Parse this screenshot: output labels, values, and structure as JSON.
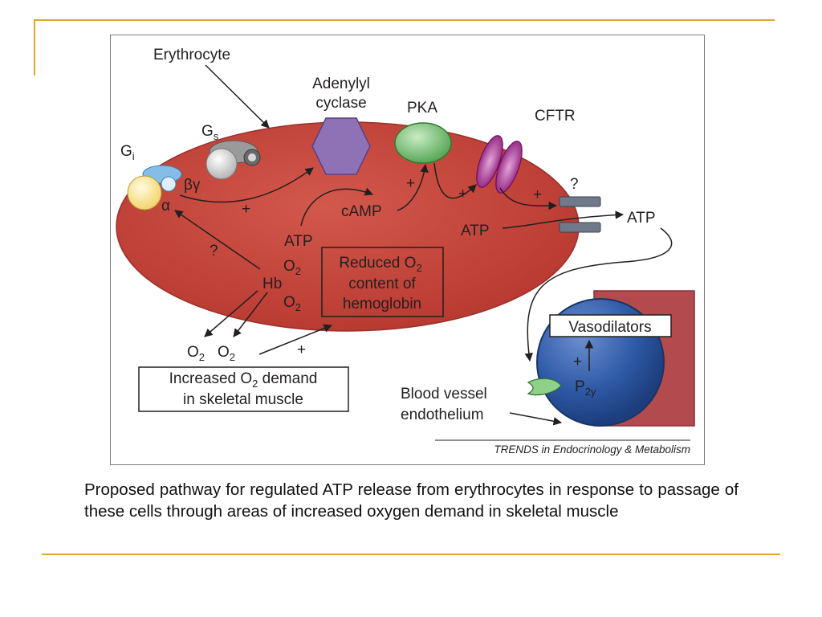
{
  "slide": {
    "caption": "Proposed pathway for regulated ATP release from erythrocytes in response to passage of these cells through areas of increased oxygen demand in skeletal muscle",
    "accent_color": "#dda72a"
  },
  "diagram": {
    "colors": {
      "cell_fill": "#c8463c",
      "vessel_fill": "#2e5aa6",
      "tissue_fill": "#b34a4e",
      "adenylyl_cyclase": "#8f72b6",
      "pka": "#6dbb6d",
      "cftr": "#9b1f85",
      "channel": "#707a8a"
    },
    "labels": {
      "erythrocyte": "Erythrocyte",
      "adenylyl": "Adenylyl",
      "cyclase": "cyclase",
      "pka": "PKA",
      "cftr": "CFTR",
      "gs_main": "G",
      "gs_sub": "s",
      "gi_main": "G",
      "gi_sub": "i",
      "beta_gamma": "βγ",
      "alpha": "α",
      "plus_ac": "+",
      "camp": "cAMP",
      "atp_camp": "ATP",
      "plus_pka": "+",
      "plus_cftr": "+",
      "plus_channel": "+",
      "question_channel": "?",
      "atp_inside": "ATP",
      "atp_release": "ATP",
      "question_hb": "?",
      "hb": "Hb",
      "o2_upper_main": "O",
      "o2_upper_sub": "2",
      "o2_lower_main": "O",
      "o2_lower_sub": "2",
      "reduced_line1": "Reduced O",
      "reduced_line1_sub": "2",
      "reduced_line2": "content of",
      "reduced_line3": "hemoglobin",
      "o2_out1_main": "O",
      "o2_out1_sub": "2",
      "o2_out2_main": "O",
      "o2_out2_sub": "2",
      "plus_demand": "+",
      "demand_line1": "Increased O",
      "demand_line1_sub": "2",
      "demand_line1_end": " demand",
      "demand_line2": "in skeletal muscle",
      "vasodilators": "Vasodilators",
      "plus_p2y": "+",
      "p2y_main": "P",
      "p2y_sub": "2y",
      "vessel_line1": "Blood vessel",
      "vessel_line2": "endothelium",
      "credit": "TRENDS in Endocrinology & Metabolism"
    }
  }
}
